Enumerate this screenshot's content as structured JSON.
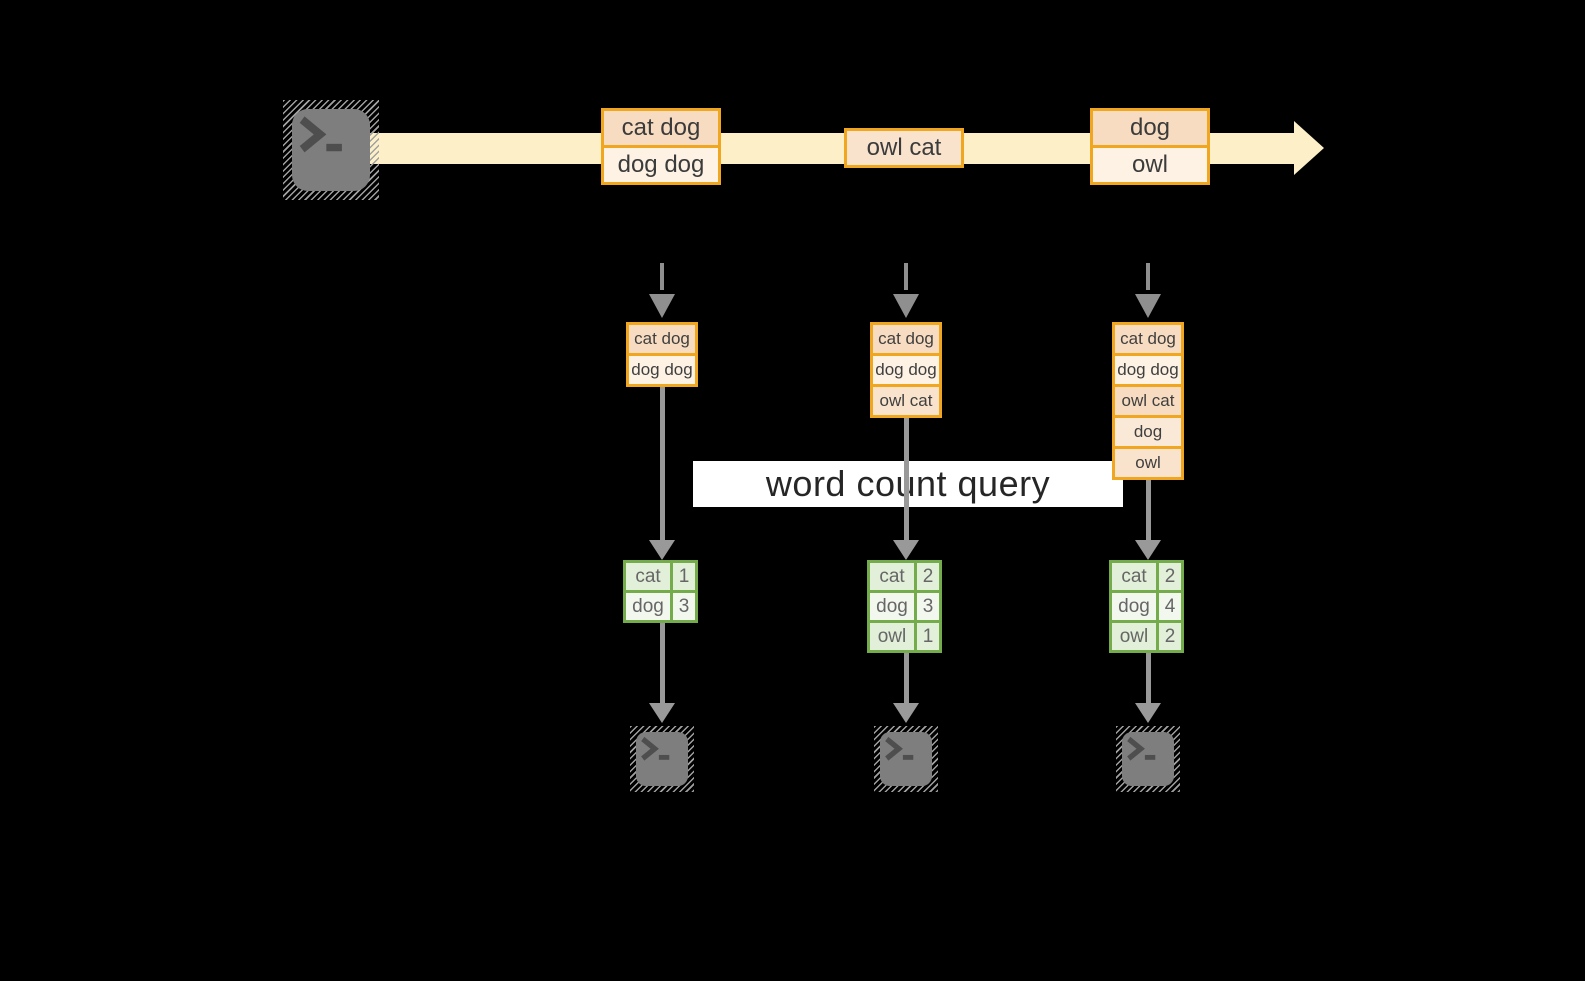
{
  "banner": {
    "label": "word count query"
  },
  "stream": {
    "source_icon": "terminal-icon",
    "events": [
      {
        "rows": [
          "cat dog",
          "dog dog"
        ]
      },
      {
        "rows": [
          "owl cat"
        ]
      },
      {
        "rows": [
          "dog",
          "owl"
        ]
      }
    ]
  },
  "lanes": [
    {
      "buffer": [
        "cat dog",
        "dog dog"
      ],
      "counts": [
        [
          "cat",
          "1"
        ],
        [
          "dog",
          "3"
        ]
      ],
      "sink_icon": "terminal-icon"
    },
    {
      "buffer": [
        "cat dog",
        "dog dog",
        "owl cat"
      ],
      "counts": [
        [
          "cat",
          "2"
        ],
        [
          "dog",
          "3"
        ],
        [
          "owl",
          "1"
        ]
      ],
      "sink_icon": "terminal-icon"
    },
    {
      "buffer": [
        "cat dog",
        "dog dog",
        "owl cat",
        "dog",
        "owl"
      ],
      "counts": [
        [
          "cat",
          "2"
        ],
        [
          "dog",
          "4"
        ],
        [
          "owl",
          "2"
        ]
      ],
      "sink_icon": "terminal-icon"
    }
  ],
  "colors": {
    "background": "#000000",
    "stream_band": "#FDF0C9",
    "event_border": "#F0A71F",
    "event_fill_peach": "#F8DCC1",
    "event_fill_cream": "#FDF2E4",
    "event_fill_mid": "#F9E3CC",
    "table_border": "#74AC4C",
    "table_fill_green": "#E2EFD9",
    "table_fill_light": "#F3F8EF",
    "arrow_gray": "#999999",
    "terminal_gray": "#7E7E7E",
    "banner_bg": "#FFFFFF"
  }
}
